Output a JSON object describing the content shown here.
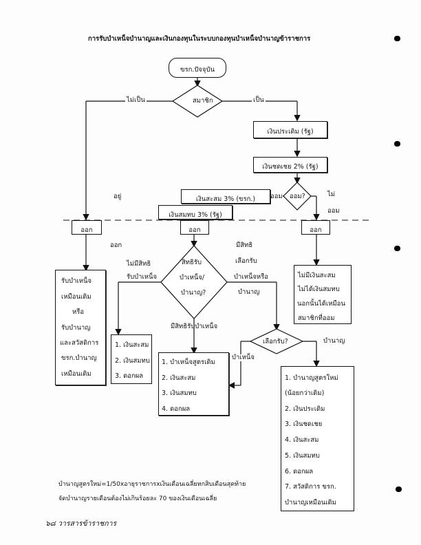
{
  "title": "การรับบำเหน็จบำนาญและเงินกองทุนในระบบกองทุนบำเหน็จบำนาญข้าราชการ",
  "nodes": {
    "start": "ขรก.ปัจจุบัน",
    "member_decision": "สมาชิก",
    "not_member_label": "ไม่เป็น",
    "is_member_label": "เป็น",
    "initial_money": "เงินประเดิม (รัฐ)",
    "compensation": "เงินชดเชย 2% (รัฐ)",
    "save_decision": "ออม?",
    "save_yes_label": "ออม",
    "save_no_label_1": "ไม่",
    "save_no_label_2": "ออม",
    "accumulated": "เงินสะสม 3% (ขรก.)",
    "contribution": "เงินสมทบ 3% (รัฐ)",
    "stay_label": "อยู่",
    "exit_left": "ออก",
    "exit_center": "ออก",
    "exit_right": "ออก",
    "exit_text_label": "ออก",
    "left_result": [
      "รับบำเหน็จ",
      "เหมือนเดิม",
      "หรือ",
      "รับบำนาญ",
      "และสวัสดิการ",
      "ขรก.บำนาญ",
      "เหมือนเดิม"
    ],
    "no_right_label": "ไม่มีสิทธิ",
    "receive_pension_label": "รับบำเหน็จ",
    "right_decision": [
      "สิทธิรับ",
      "บำเหน็จ/",
      "บำนาญ?"
    ],
    "has_right_label": [
      "มีสิทธิ",
      "เลือกรับ",
      "บำเหน็จหรือ",
      "บำนาญ"
    ],
    "right_result": [
      "ไม่มีเงินสะสม",
      "ไม่ได้เงินสมทบ",
      "นอกนั้นได้เหมือน",
      "สมาชิกที่ออม"
    ],
    "no_right_list": [
      "1.  เงินสะสม",
      "2.  เงินสมทบ",
      "3.  ดอกผล"
    ],
    "has_right_gratuity_label": "มีสิทธิรับบำเหน็จ",
    "gratuity_list": [
      "1.  บำเหน็จสูตรเดิม",
      "2.  เงินสะสม",
      "3.  เงินสมทบ",
      "4.  ดอกผล"
    ],
    "choose_decision": "เลือกรับ?",
    "choose_gratuity_label": "บำเหน็จ",
    "choose_pension_label": "บำนาญ",
    "pension_list": [
      "1.  บำนาญสูตรใหม่",
      "     (น้อยกว่าเดิม)",
      "2.  เงินประเดิม",
      "3.  เงินชดเชย",
      "4.  เงินสะสม",
      "5.  เงินสมทบ",
      "6.  ดอกผล",
      "7.  สวัสดิการ  ขรก.",
      "     บำนาญเหมือนเดิม"
    ]
  },
  "notes": [
    "บำนาญสูตรใหม่=1/50xอายุราชการxเงินเดือนเฉลี่ยหกสิบเดือนสุดท้าย",
    "จัดบำนาญรายเดือนต้องไม่เกินร้อยละ 70 ของเงินเดือนเฉลี่ย"
  ],
  "footer": "๖๘  วารสารข้าราชการ"
}
